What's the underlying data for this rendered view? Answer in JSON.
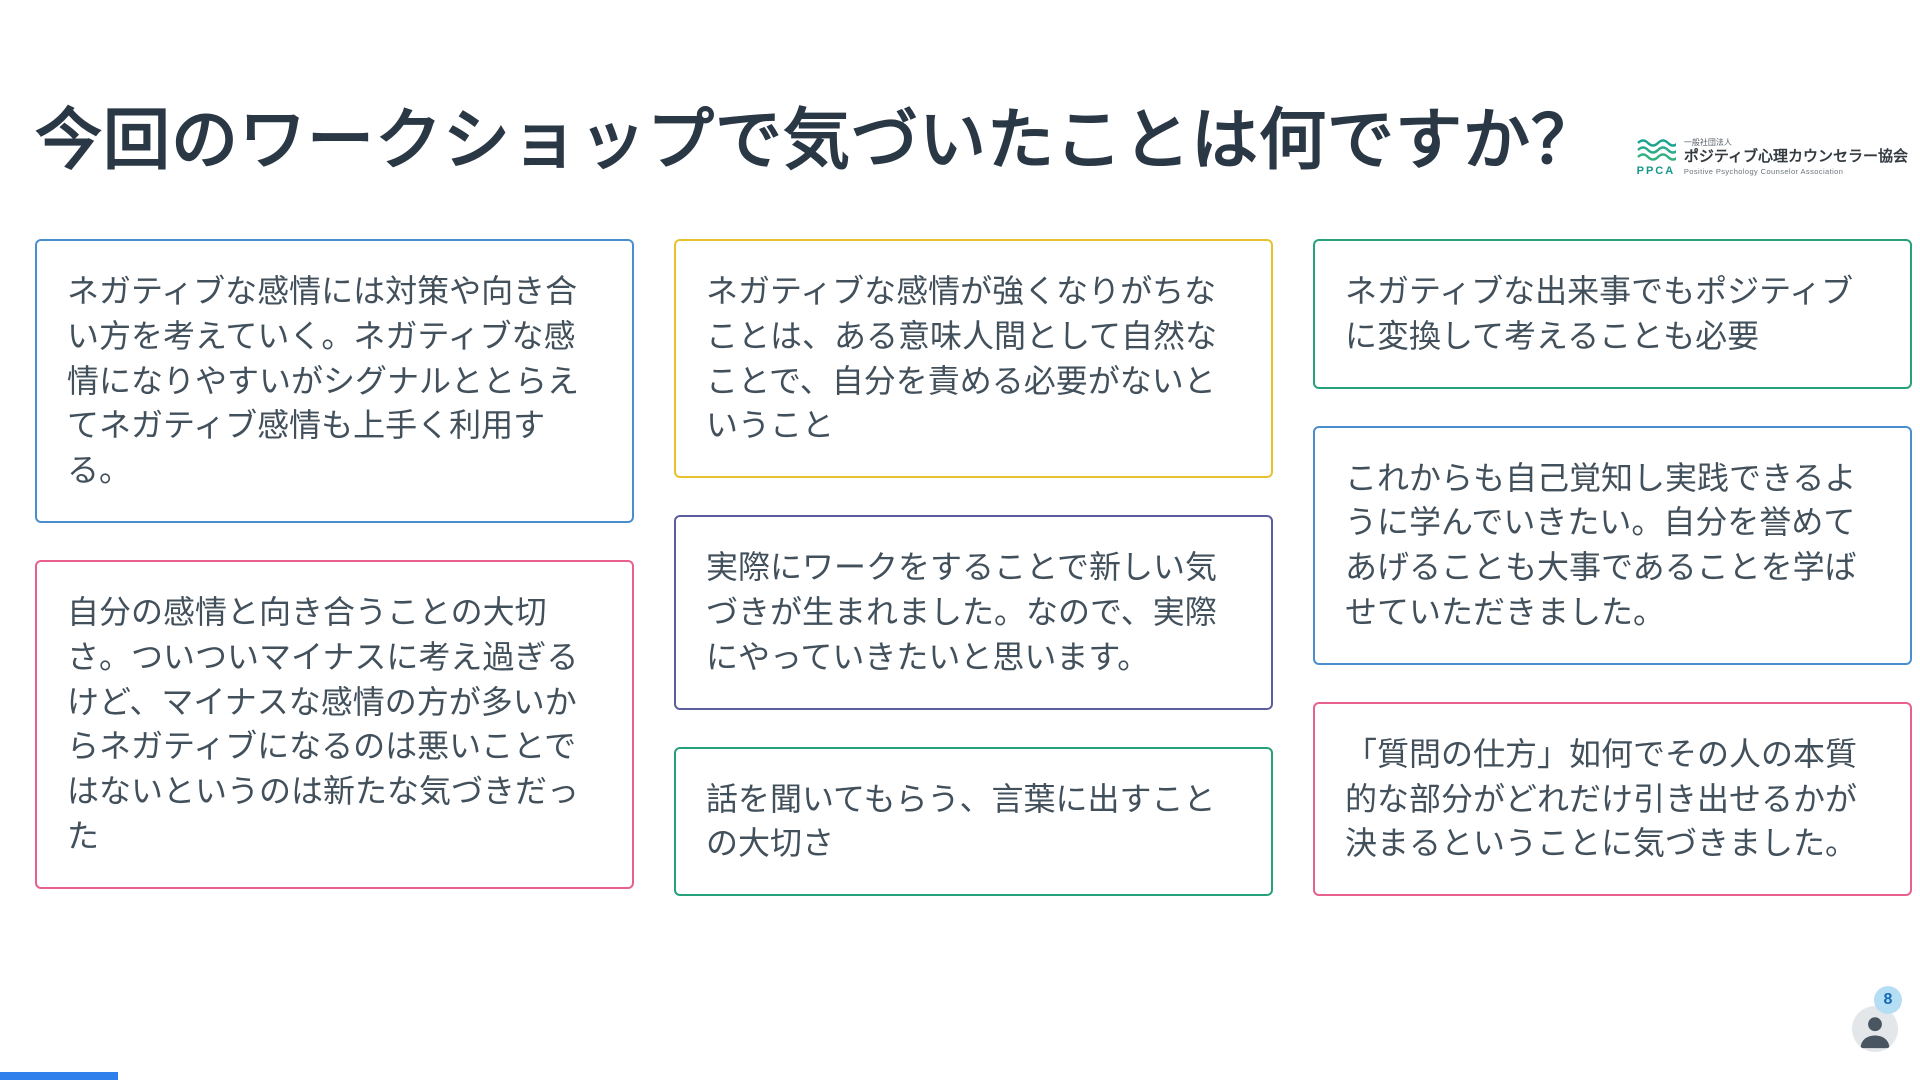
{
  "slide": {
    "title": "今回のワークショップで気づいたことは何ですか？"
  },
  "logo": {
    "prefix": "一般社団法人",
    "acronym": "PPCA",
    "name_ja": "ポジティブ心理カウンセラー協会",
    "name_en": "Positive Psychology Counselor Association"
  },
  "cards": [
    {
      "text": "ネガティブな感情には対策や向き合い方を考えていく。ネガティブな感情になりやすいがシグナルととらえてネガティブ感情も上手く利用する。",
      "border_color": "#4a8ed0"
    },
    {
      "text": "自分の感情と向き合うことの大切さ。ついついマイナスに考え過ぎるけど、マイナスな感情の方が多いからネガティブになるのは悪いことではないというのは新たな気づきだった",
      "border_color": "#e8618c"
    },
    {
      "text": "ネガティブな感情が強くなりがちなことは、ある意味人間として自然なことで、自分を責める必要がないということ",
      "border_color": "#e7c12e"
    },
    {
      "text": "実際にワークをすることで新しい気づきが生まれました。なので、実際にやっていきたいと思います。",
      "border_color": "#5c5d9e"
    },
    {
      "text": "話を聞いてもらう、言葉に出すことの大切さ",
      "border_color": "#27a17c"
    },
    {
      "text": "ネガティブな出来事でもポジティブに変換して考えることも必要",
      "border_color": "#27a17c"
    },
    {
      "text": "これからも自己覚知し実践できるように学んでいきたい。自分を誉めてあげることも大事であることを学ばせていただきました。",
      "border_color": "#4a8ed0"
    },
    {
      "text": "「質問の仕方」如何でその人の本質的な部分がどれだけ引き出せるかが決まるということに気づきました。",
      "border_color": "#e8618c"
    }
  ],
  "presence": {
    "participant_count": "8"
  },
  "colors": {
    "title_text": "#2a3744",
    "card_text": "#42505c",
    "border_blue": "#4a8ed0",
    "border_pink": "#e8618c",
    "border_yellow": "#e7c12e",
    "border_purple": "#5c5d9e",
    "border_green": "#27a17c",
    "progress_bar": "#2f80ed",
    "badge_background": "#b5def5",
    "badge_text": "#1569b8",
    "logo_teal": "#16988a"
  }
}
